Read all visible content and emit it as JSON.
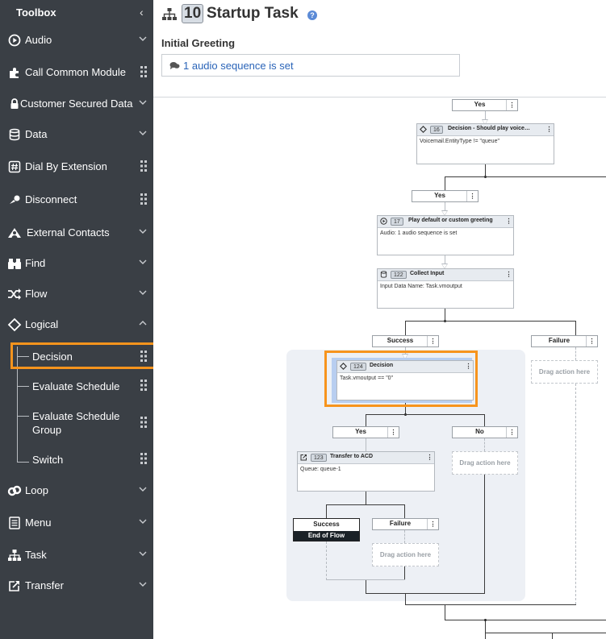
{
  "toolbox": {
    "title": "Toolbox",
    "items": [
      {
        "label": "Audio",
        "icon": "play-circle-icon",
        "control": "chevron"
      },
      {
        "label": "Call Common Module",
        "icon": "puzzle-icon",
        "control": "grip"
      },
      {
        "label": "Customer Secured Data",
        "icon": "lock-icon",
        "control": "chevron"
      },
      {
        "label": "Data",
        "icon": "database-icon",
        "control": "chevron"
      },
      {
        "label": "Dial By Extension",
        "icon": "hash-icon",
        "control": "grip"
      },
      {
        "label": "Disconnect",
        "icon": "disconnect-icon",
        "control": "grip"
      },
      {
        "label": "External Contacts",
        "icon": "contacts-icon",
        "control": "chevron"
      },
      {
        "label": "Find",
        "icon": "binoculars-icon",
        "control": "chevron"
      },
      {
        "label": "Flow",
        "icon": "shuffle-icon",
        "control": "chevron"
      },
      {
        "label": "Logical",
        "icon": "diamond-icon",
        "control": "chevron-up"
      },
      {
        "label": "Loop",
        "icon": "loop-icon",
        "control": "chevron"
      },
      {
        "label": "Menu",
        "icon": "menu-icon",
        "control": "chevron"
      },
      {
        "label": "Task",
        "icon": "sitemap-icon",
        "control": "chevron"
      },
      {
        "label": "Transfer",
        "icon": "transfer-icon",
        "control": "chevron"
      }
    ],
    "logical_children": [
      {
        "label": "Decision",
        "selected": true
      },
      {
        "label": "Evaluate Schedule"
      },
      {
        "label": "Evaluate Schedule Group"
      },
      {
        "label": "Switch"
      }
    ]
  },
  "task": {
    "number": "10",
    "name": "Startup Task",
    "initial_greeting_label": "Initial Greeting",
    "initial_greeting_value": "1 audio sequence is set"
  },
  "flow": {
    "paths": {
      "yes1": "Yes",
      "yes2": "Yes",
      "success1": "Success",
      "failure1": "Failure",
      "yes3": "Yes",
      "no1": "No",
      "success2": "Success",
      "failure2": "Failure",
      "menu": "⋮"
    },
    "actions": {
      "a16": {
        "num": "16",
        "name": "Decision - Should play voice…",
        "body": "Voicemail.EntityType != \"queue\""
      },
      "a17": {
        "num": "17",
        "name": "Play default or custom greeting",
        "body": "Audio: 1 audio sequence is set"
      },
      "a122": {
        "num": "122",
        "name": "Collect Input",
        "body": "Input Data Name: Task.vmoutput"
      },
      "a124": {
        "num": "124",
        "name": "Decision",
        "body": "Task.vmoutput == \"0\""
      },
      "a123": {
        "num": "123",
        "name": "Transfer to ACD",
        "body": "Queue: queue-1"
      }
    },
    "drag_label": "Drag action here",
    "end_of_flow": "End of Flow"
  },
  "colors": {
    "sidebar_bg": "#3a3f45",
    "highlight": "#f7941d",
    "link": "#2a64b8",
    "selection": "#b8cef0"
  }
}
